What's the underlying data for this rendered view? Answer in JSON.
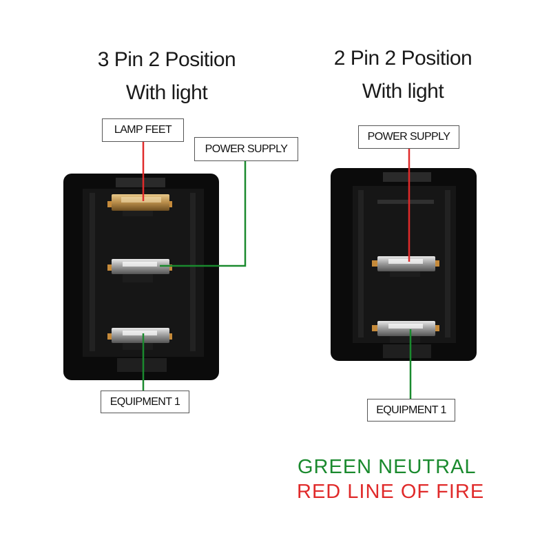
{
  "left_switch": {
    "title_line1": "3 Pin 2 Position",
    "title_line2": "With light",
    "labels": {
      "lamp_feet": "LAMP FEET",
      "power_supply": "POWER SUPPLY",
      "equipment": "EQUIPMENT 1"
    }
  },
  "right_switch": {
    "title_line1": "2 Pin 2 Position",
    "title_line2": "With light",
    "labels": {
      "power_supply": "POWER SUPPLY",
      "equipment": "EQUIPMENT 1"
    }
  },
  "legend": {
    "green": "GREEN NEUTRAL",
    "red": "RED LINE OF FIRE"
  },
  "colors": {
    "green": "#1a8a2e",
    "red": "#e02a2a",
    "switch_body": "#0b0b0b"
  }
}
